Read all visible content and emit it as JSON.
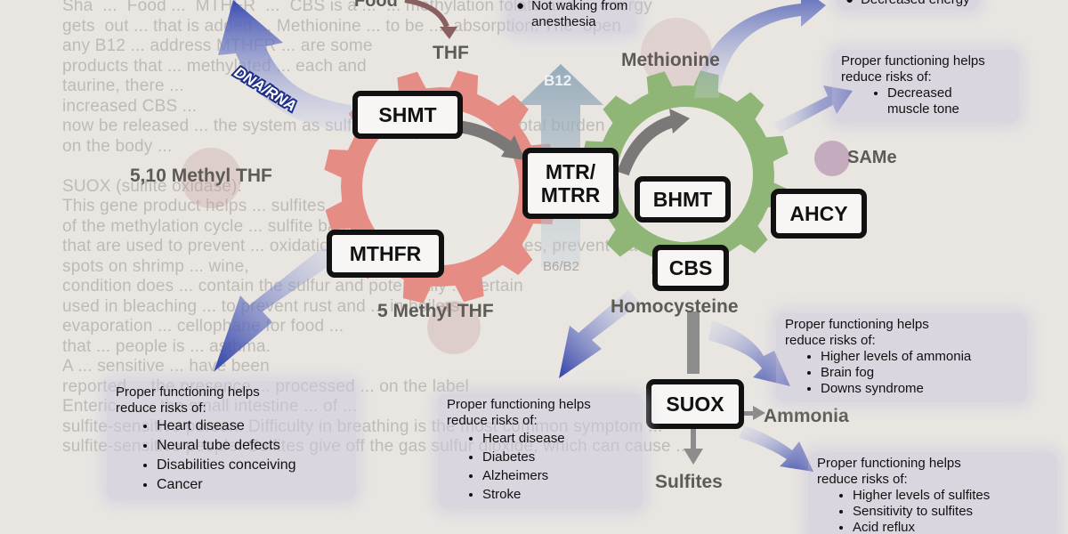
{
  "background_text": [
    "Sha  ...  Food ...  MTHFR  ...  CBS is a ...  ... methylation folate and ... energy",
    "gets  out ... that is added ... Methionine ... to be ...  absorption. The  open",
    "any B12 ... address MTHFR ... are some",
    "products that ... methylated ... each and",
    "taurine, there ... ",
    "increased CBS ...",
    "now be released ... the system as sulfites ... to the body ... total burden",
    "on the body ...",
    "",
    "SUOX (sulfite oxidase):",
    "This gene product helps ... sulfites ... natural byproduct",
    "of the methylation cycle ... sulfite based preservatives",
    "that are used to prevent ... oxidation of fruits ... and vegetables, prevent black",
    "spots on shrimp ... wine,",
    "condition does ... contain the sulfur and potentially ... certain",
    "used in bleaching ... to prevent rust and ... in boilers",
    "evaporation ... cellophane for food ...",
    "that ... people is ... asthma.",
    "A ... sensitive ... have been",
    "reported ... the presence ... processed ... on the label",
    "Enteric ... ... the small intestine ... of ...",
    "sulfite-sensitive person. Difficulty in breathing is the most common symptom ...",
    "sulfite-sensitive people. Sulfites give off the gas sulfur dioxide, which can cause ..."
  ],
  "genes": {
    "shmt": "SHMT",
    "mtr": "MTR/\nMTRR",
    "mthfr": "MTHFR",
    "bhmt": "BHMT",
    "cbs": "CBS",
    "ahcy": "AHCY",
    "suox": "SUOX"
  },
  "metabolites": {
    "food": "Food",
    "thf": "THF",
    "methionine": "Methionine",
    "methyl_thf_510": "5,10 Methyl THF",
    "methyl_thf_5": "5 Methyl THF",
    "homocysteine": "Homocysteine",
    "same": "SAMe",
    "ammonia": "Ammonia",
    "sulfites": "Sulfites"
  },
  "labels": {
    "dna_rna": "DNA/RNA",
    "b12": "B12",
    "b6": "B6/B2"
  },
  "top_notes": {
    "anesthesia": [
      "Not waking from",
      "anesthesia"
    ],
    "energy": "Decreased energy"
  },
  "risk_boxes": {
    "muscle": {
      "heading": [
        "Proper functioning helps",
        "reduce risks of:"
      ],
      "items": [
        "Decreased muscle tone"
      ]
    },
    "mthfr": {
      "heading": [
        "Proper functioning helps",
        "reduce risks of:"
      ],
      "items": [
        "Heart disease",
        "Neural tube defects",
        "Disabilities conceiving",
        "Cancer"
      ]
    },
    "cbs": {
      "heading": [
        "Proper functioning helps",
        "reduce risks of:"
      ],
      "items": [
        "Heart disease",
        "Diabetes",
        "Alzheimers",
        "Stroke"
      ]
    },
    "ammonia": {
      "heading": [
        "Proper functioning helps",
        "reduce risks of:"
      ],
      "items": [
        "Higher levels of ammonia",
        "Brain fog",
        "Downs syndrome"
      ]
    },
    "sulfites": {
      "heading": [
        "Proper functioning helps",
        "reduce risks of:"
      ],
      "items": [
        "Higher levels of sulfites",
        "Sensitivity to sulfites",
        "Acid reflux"
      ]
    }
  },
  "colors": {
    "folate_gear": "#e58c84",
    "methionine_gear": "#8fb577",
    "arrow_blue": "#2e3fa8",
    "arrow_grey": "#8c8c8c",
    "b12_arrow": "#8ea4b5",
    "gene_border": "#111111"
  }
}
